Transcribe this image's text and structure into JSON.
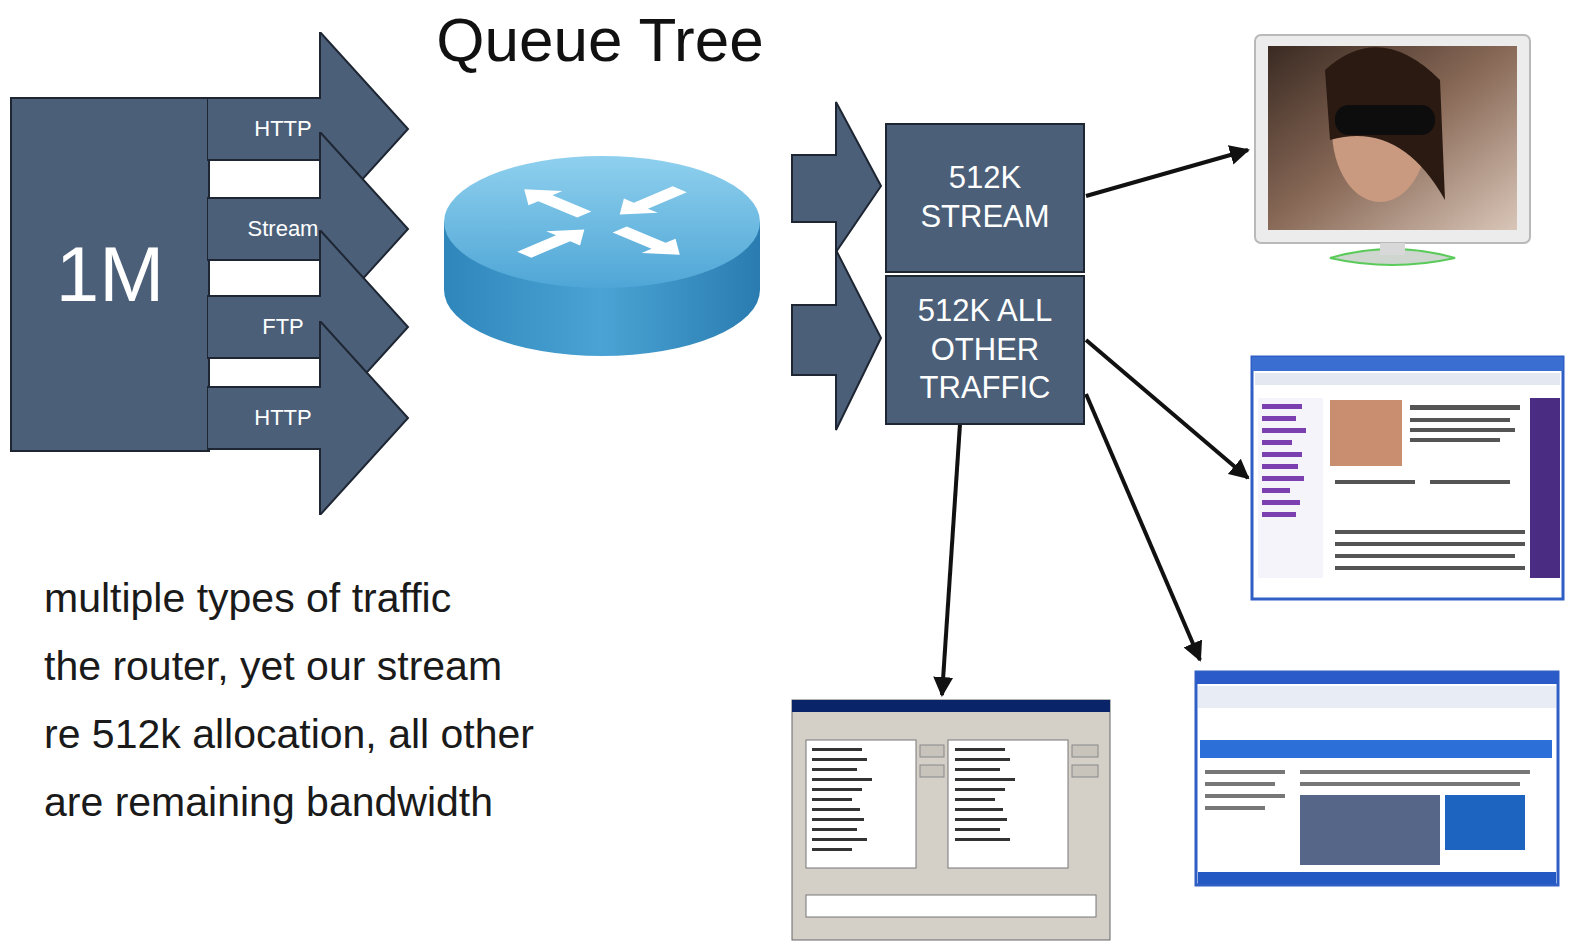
{
  "diagram": {
    "title": "Queue Tree",
    "nodes": [
      {
        "text": [
          "1M"
        ]
      },
      {
        "text": [
          "HTTP"
        ]
      },
      {
        "text": [
          "Stream"
        ]
      },
      {
        "text": [
          "FTP"
        ]
      },
      {
        "text": [
          "HTTP"
        ]
      },
      {
        "text": [
          "512K STREAM"
        ]
      },
      {
        "text": [
          "512K ALL OTHER TRAFFIC"
        ]
      }
    ],
    "labels": [
      "multiple types of traffic",
      "the router, yet our stream",
      "re 512k allocation, all other",
      "are remaining bandwidth"
    ]
  }
}
